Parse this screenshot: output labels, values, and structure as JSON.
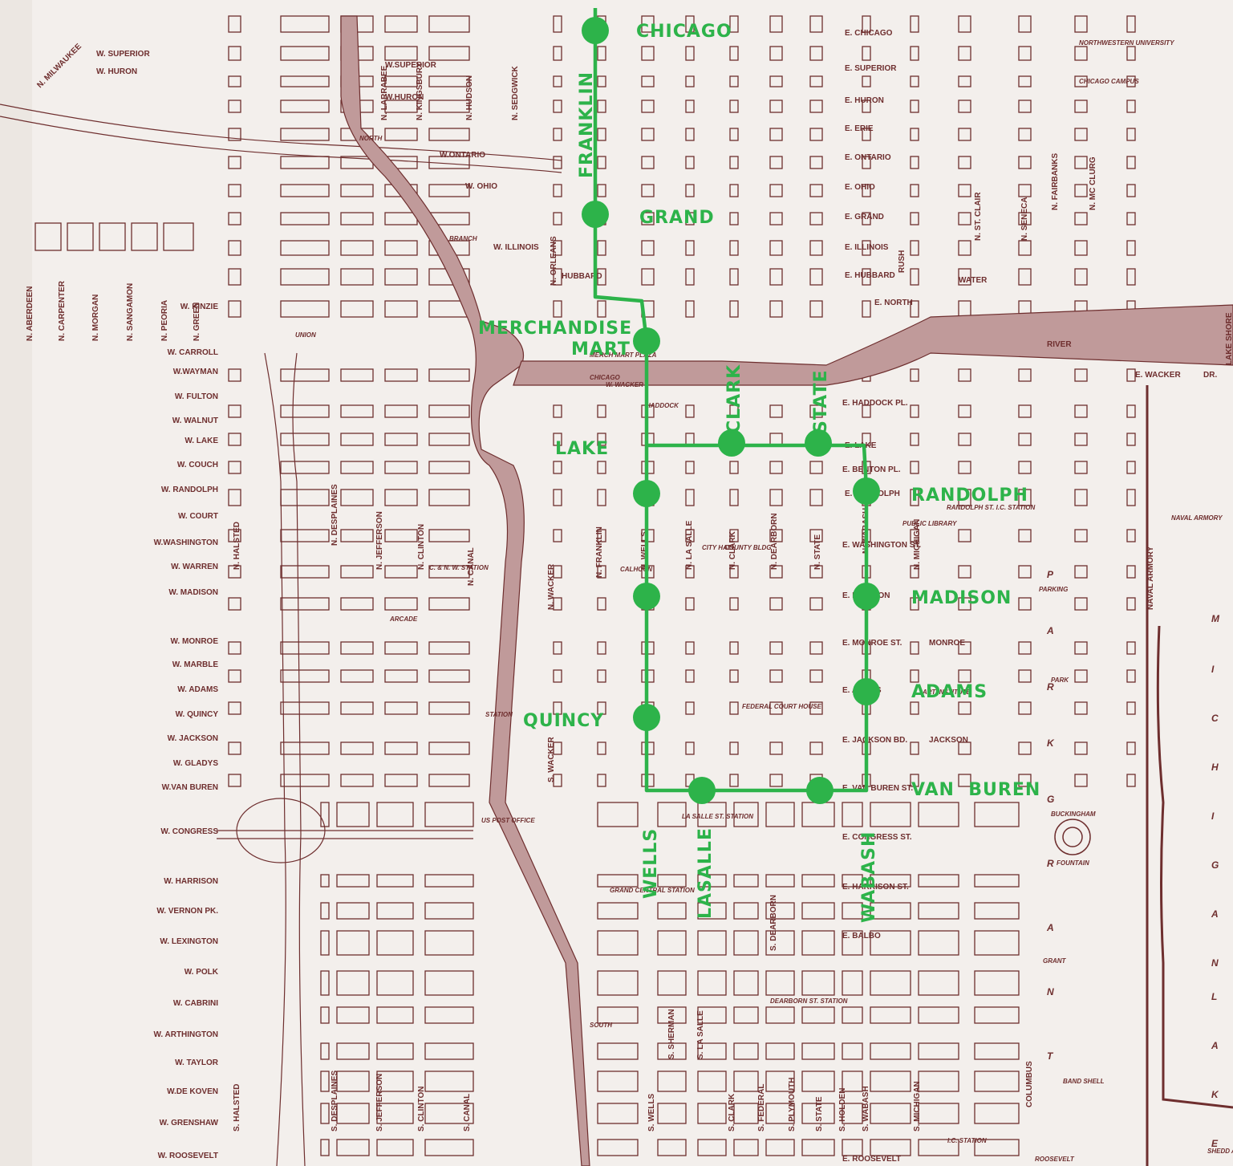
{
  "colors": {
    "paper": "#f3efec",
    "street_ink": "#6e2e2e",
    "river": "#c09a9a",
    "route": "#2db34a"
  },
  "west_streets": [
    "W. KINZIE",
    "W. CARROLL",
    "W.WAYMAN",
    "W. FULTON",
    "W. WALNUT",
    "W. LAKE",
    "W. COUCH",
    "W. RANDOLPH",
    "W. COURT",
    "W.WASHINGTON",
    "W. WARREN",
    "W. MADISON",
    "W. MONROE",
    "W. MARBLE",
    "W. ADAMS",
    "W. QUINCY",
    "W. JACKSON",
    "W. GLADYS",
    "W.VAN BUREN",
    "W. CONGRESS",
    "W. HARRISON",
    "W. VERNON PK.",
    "W. LEXINGTON",
    "W. POLK",
    "W. CABRINI",
    "W. ARTHINGTON",
    "W. TAYLOR",
    "W.DE KOVEN",
    "W. GRENSHAW",
    "W. ROOSEVELT"
  ],
  "west_ns_streets": [
    "N. ABERDEEN",
    "N. CARPENTER",
    "N. MORGAN",
    "N. SANGAMON",
    "N. PEORIA",
    "N. GREEN"
  ],
  "north_streets": [
    "W. SUPERIOR",
    "W. HURON",
    "N. MILWAUKEE",
    "W.SUPERIOR",
    "W.HURON",
    "W.ONTARIO",
    "W. OHIO",
    "W. ILLINOIS",
    "HUBBARD"
  ],
  "east_streets": [
    "E. CHICAGO",
    "E. SUPERIOR",
    "E. HURON",
    "E. ERIE",
    "E. ONTARIO",
    "E. OHIO",
    "E. GRAND",
    "E. ILLINOIS",
    "E. HUBBARD",
    "E. NORTH",
    "WATER",
    "RIVER",
    "E. WACKER",
    "DR.",
    "E. HADDOCK PL.",
    "E. LAKE",
    "E. BENTON PL.",
    "E. RANDOLPH",
    "E. WASHINGTON ST.",
    "E. MADISON",
    "E. MONROE ST.",
    "E. ADAMS",
    "E. JACKSON BD.",
    "E. VAN BUREN ST.",
    "E. CONGRESS ST.",
    "E. HARRISON ST.",
    "E. BALBO",
    "E. ROOSEVELT",
    "MONROE",
    "JACKSON"
  ],
  "vertical_streets": [
    "N. LARRABEE",
    "N. KINGSBURY",
    "N. HUDSON",
    "N. SEDGWICK",
    "N. ORLEANS",
    "N. HALSTED",
    "N. DESPLAINES",
    "N. JEFFERSON",
    "N. CLINTON",
    "N. CANAL",
    "N. WACKER",
    "N. FRANKLIN",
    "N. WELLS",
    "N. LA SALLE",
    "N. CLARK",
    "N. DEARBORN",
    "N. STATE",
    "N. WABASH",
    "N. MICHIGAN",
    "N. FAIRBANKS",
    "N. MC CLURG",
    "N. ST. CLAIR",
    "N. SENECA",
    "RUSH",
    "S. HALSTED",
    "S. DESPLAINES",
    "S. JEFFERSON",
    "S. CLINTON",
    "S. CANAL",
    "S. WACKER",
    "S. WELLS",
    "S. SHERMAN",
    "S. LA SALLE",
    "S. CLARK",
    "S. FEDERAL",
    "S. PLYMOUTH",
    "S. STATE",
    "S. HOLDEN",
    "S. WABASH",
    "S. MICHIGAN",
    "COLUMBUS",
    "S. DEARBORN",
    "LAKE SHORE",
    "NAVAL ARMORY"
  ],
  "places": [
    "NORTHWESTERN UNIVERSITY",
    "CHICAGO CAMPUS",
    "NORTH",
    "BRANCH",
    "CHICAGO",
    "MERCH MART PLAZA",
    "UNION",
    "STATION",
    "C. & N. W. STATION",
    "CITY HALL",
    "COUNTY BLDG",
    "FEDERAL COURT HOUSE",
    "PUBLIC LIBRARY",
    "RANDOLPH ST. I.C. STATION",
    "ART INSTITUTE",
    "US POST OFFICE",
    "GRAND CENTRAL STATION",
    "LA SALLE ST. STATION",
    "DEARBORN ST. STATION",
    "ARCADE",
    "BUCKINGHAM",
    "FOUNTAIN",
    "BAND SHELL",
    "I.C. STATION",
    "ROOSEVELT",
    "SHEDD AQUARIUM",
    "NAVAL ARMORY",
    "PARKING",
    "SOUTH",
    "CALHOUN",
    "W. WACKER",
    "HADDOCK",
    "PARK",
    "GRANT"
  ],
  "lake_letters": [
    "M",
    "I",
    "C",
    "H",
    "I",
    "G",
    "A",
    "N",
    "L",
    "A",
    "K",
    "E"
  ],
  "park_letters_v": [
    "P",
    "A",
    "R",
    "K"
  ],
  "grant_letters": [
    "G",
    "R",
    "A",
    "N",
    "T"
  ],
  "stations": {
    "chicago": "CHICAGO",
    "grand": "GRAND",
    "merchandise": "MERCHANDISE",
    "mart": "MART",
    "clark": "CLARK",
    "state": "STATE",
    "lake": "LAKE",
    "randolph": "RANDOLPH",
    "madison": "MADISON",
    "adams": "ADAMS",
    "quincy": "QUINCY",
    "van_buren": "VAN  BUREN",
    "franklin": "FRANKLIN",
    "wells": "WELLS",
    "lasalle": "LASALLE",
    "wabash": "WABASH"
  }
}
